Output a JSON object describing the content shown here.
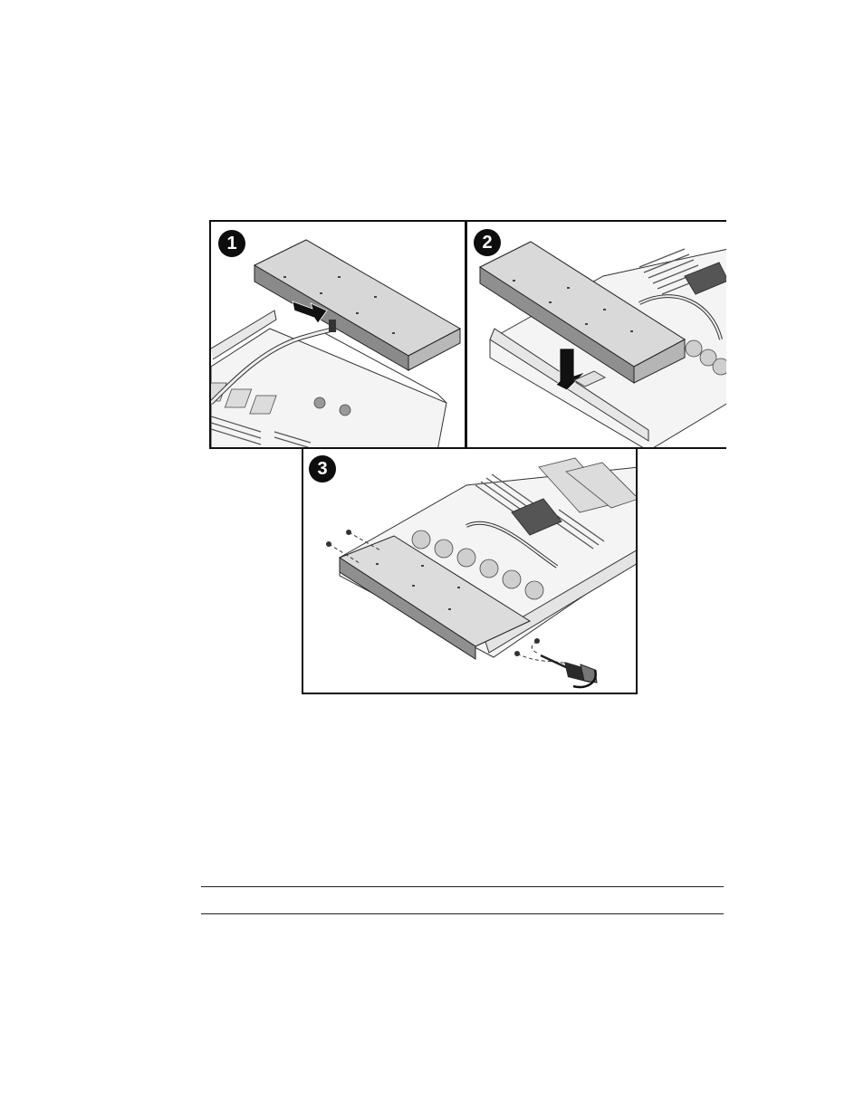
{
  "figure": {
    "steps": [
      {
        "number": "1"
      },
      {
        "number": "2"
      },
      {
        "number": "3"
      }
    ]
  },
  "colors": {
    "border": "#111111",
    "chassis_fill": "#f4f4f4",
    "backplane_fill": "#cfcfcf",
    "dark_part": "#555555",
    "arrow": "#111111"
  },
  "icons": [
    "screwdriver-icon",
    "screw-icon",
    "arrow-icon",
    "rotation-arrow-icon"
  ]
}
